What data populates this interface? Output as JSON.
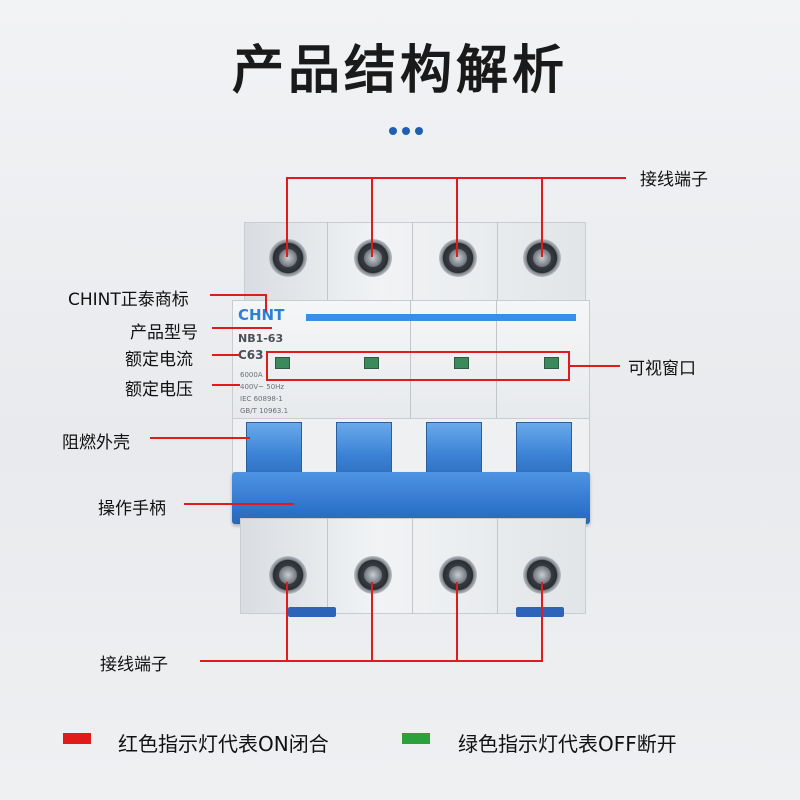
{
  "title": "产品结构解析",
  "labels": {
    "terminal_top": "接线端子",
    "brand": "CHINT正泰商标",
    "model": "产品型号",
    "rated_current": "额定电流",
    "rated_voltage": "额定电压",
    "window": "可视窗口",
    "housing": "阻燃外壳",
    "handle": "操作手柄",
    "terminal_bottom": "接线端子"
  },
  "product": {
    "brand_logo": "CHNT",
    "model": "NB1-63",
    "current": "C63",
    "breaking": "6000A",
    "voltage": "400V~  50Hz",
    "standard1": "IEC 60898-1",
    "standard2": "GB/T 10963.1"
  },
  "legend": {
    "red_text": "红色指示灯代表ON闭合",
    "green_text": "绿色指示灯代表OFF断开",
    "red_color": "#e01b1b",
    "green_color": "#2aa13a"
  },
  "colors": {
    "accent": "#1f5fb0",
    "annotation": "#e01b1b",
    "handle_blue": "#3b82d6"
  }
}
